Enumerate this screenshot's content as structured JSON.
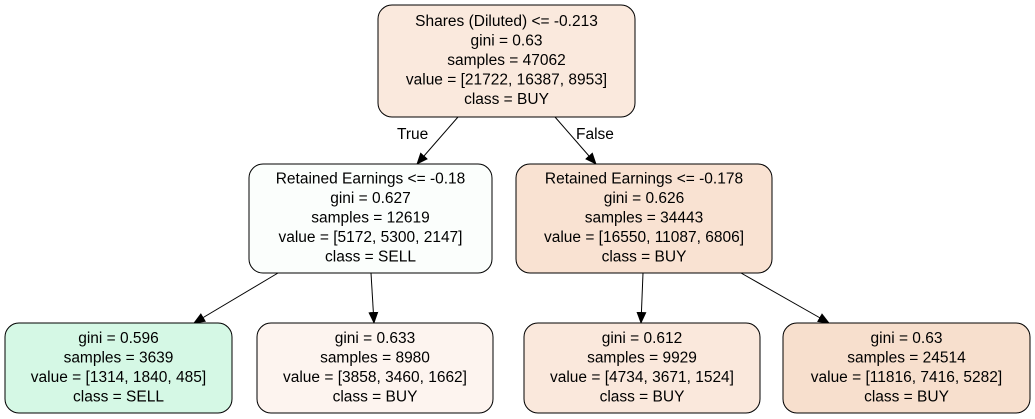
{
  "tree": {
    "nodes": [
      {
        "id": "root",
        "lines": [
          "Shares (Diluted) <= -0.213",
          "gini = 0.63",
          "samples = 47062",
          "value = [21722, 16387, 8953]",
          "class = BUY"
        ],
        "fill": "#fae9dd"
      },
      {
        "id": "left",
        "lines": [
          "Retained Earnings <= -0.18",
          "gini = 0.627",
          "samples = 12619",
          "value = [5172, 5300, 2147]",
          "class = SELL"
        ],
        "fill": "#fbfefc"
      },
      {
        "id": "right",
        "lines": [
          "Retained Earnings <= -0.178",
          "gini = 0.626",
          "samples = 34443",
          "value = [16550, 11087, 6806]",
          "class = BUY"
        ],
        "fill": "#f9e2d2"
      },
      {
        "id": "ll",
        "lines": [
          "gini = 0.596",
          "samples = 3639",
          "value = [1314, 1840, 485]",
          "class = SELL"
        ],
        "fill": "#d5f8e5"
      },
      {
        "id": "lr",
        "lines": [
          "gini = 0.633",
          "samples = 8980",
          "value = [3858, 3460, 1662]",
          "class = BUY"
        ],
        "fill": "#fdf4ef"
      },
      {
        "id": "rl",
        "lines": [
          "gini = 0.612",
          "samples = 9929",
          "value = [4734, 3671, 1524]",
          "class = BUY"
        ],
        "fill": "#fae8dc"
      },
      {
        "id": "rr",
        "lines": [
          "gini = 0.63",
          "samples = 24514",
          "value = [11816, 7416, 5282]",
          "class = BUY"
        ],
        "fill": "#f7dfcd"
      }
    ],
    "edges": [
      {
        "from": "root",
        "to": "left",
        "label": "True"
      },
      {
        "from": "root",
        "to": "right",
        "label": "False"
      },
      {
        "from": "left",
        "to": "ll",
        "label": ""
      },
      {
        "from": "left",
        "to": "lr",
        "label": ""
      },
      {
        "from": "right",
        "to": "rl",
        "label": ""
      },
      {
        "from": "right",
        "to": "rr",
        "label": ""
      }
    ]
  }
}
